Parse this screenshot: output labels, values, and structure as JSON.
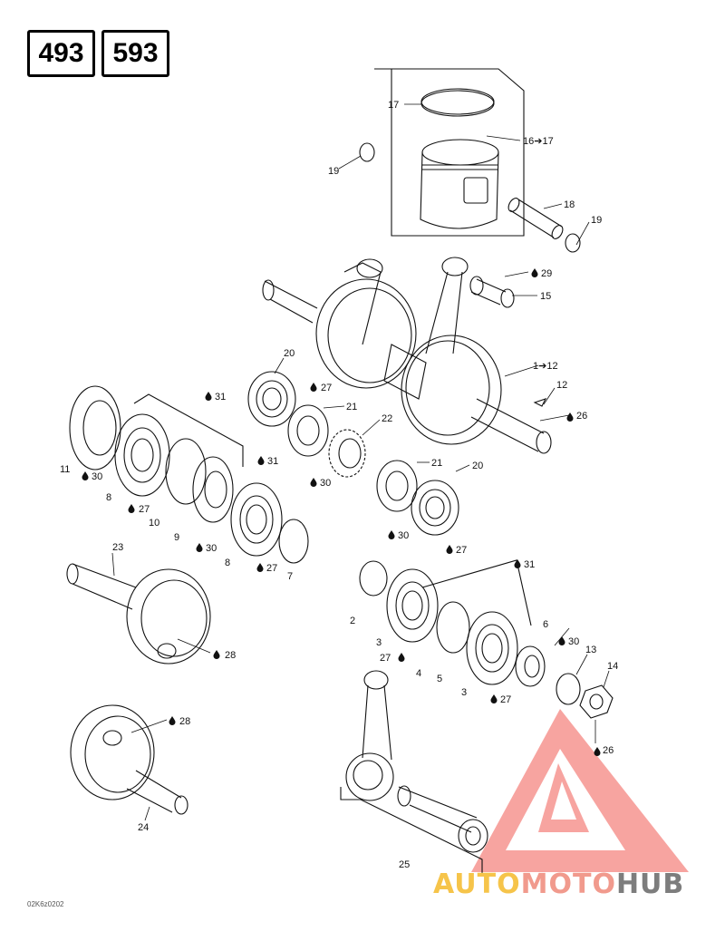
{
  "models": [
    "493",
    "593"
  ],
  "doc_code": "02K6z0202",
  "watermark": {
    "part1": "AUTO",
    "part2": "MOTO",
    "part3": "HUB",
    "colors": [
      "#f6c44a",
      "#f19a8d",
      "#7d7d7d"
    ]
  },
  "callouts": {
    "c1_12": "1➔12",
    "c2": "2",
    "c3a": "3",
    "c3b": "3",
    "c4": "4",
    "c5": "5",
    "c6": "6",
    "c7": "7",
    "c8a": "8",
    "c8b": "8",
    "c9": "9",
    "c10": "10",
    "c11": "11",
    "c12": "12",
    "c13": "13",
    "c14": "14",
    "c15": "15",
    "c16_17": "16➔17",
    "c17": "17",
    "c18": "18",
    "c19a": "19",
    "c19b": "19",
    "c20a": "20",
    "c20b": "20",
    "c21a": "21",
    "c21b": "21",
    "c22": "22",
    "c23": "23",
    "c24": "24",
    "c25": "25",
    "c26a": "26",
    "c26b": "26",
    "c27a": "27",
    "c27b": "27",
    "c27c": "27",
    "c27d": "27",
    "c27e": "27",
    "c27f": "27",
    "c28a": "28",
    "c28b": "28",
    "c29": "29",
    "c30a": "30",
    "c30b": "30",
    "c30c": "30",
    "c30d": "30",
    "c30e": "30",
    "c31a": "31",
    "c31b": "31",
    "c31c": "31"
  }
}
